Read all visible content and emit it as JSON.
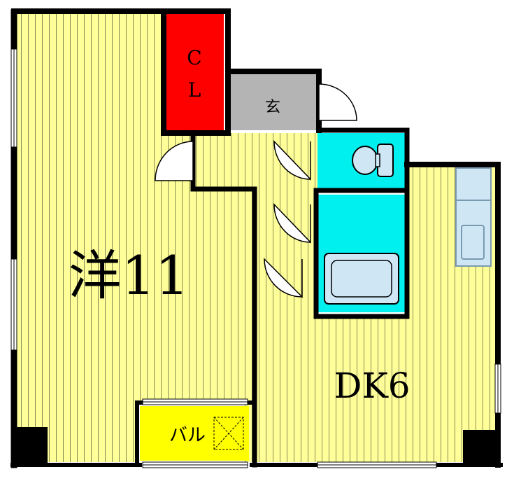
{
  "rooms": {
    "western": {
      "label": "洋11"
    },
    "closet": {
      "label_line1": "C",
      "label_line2": "L"
    },
    "entrance": {
      "label": "玄"
    },
    "dining_kitchen": {
      "label": "DK6"
    },
    "balcony": {
      "label": "バル"
    }
  },
  "colors": {
    "floor": "#ffff99",
    "floor_stripe": "#8a8a55",
    "closet": "#ff0000",
    "entrance": "#b4b4b4",
    "wet_area": "#00f0f0",
    "fixture": "#cfe6f5",
    "balcony": "#ffff00",
    "wall": "#000000"
  }
}
